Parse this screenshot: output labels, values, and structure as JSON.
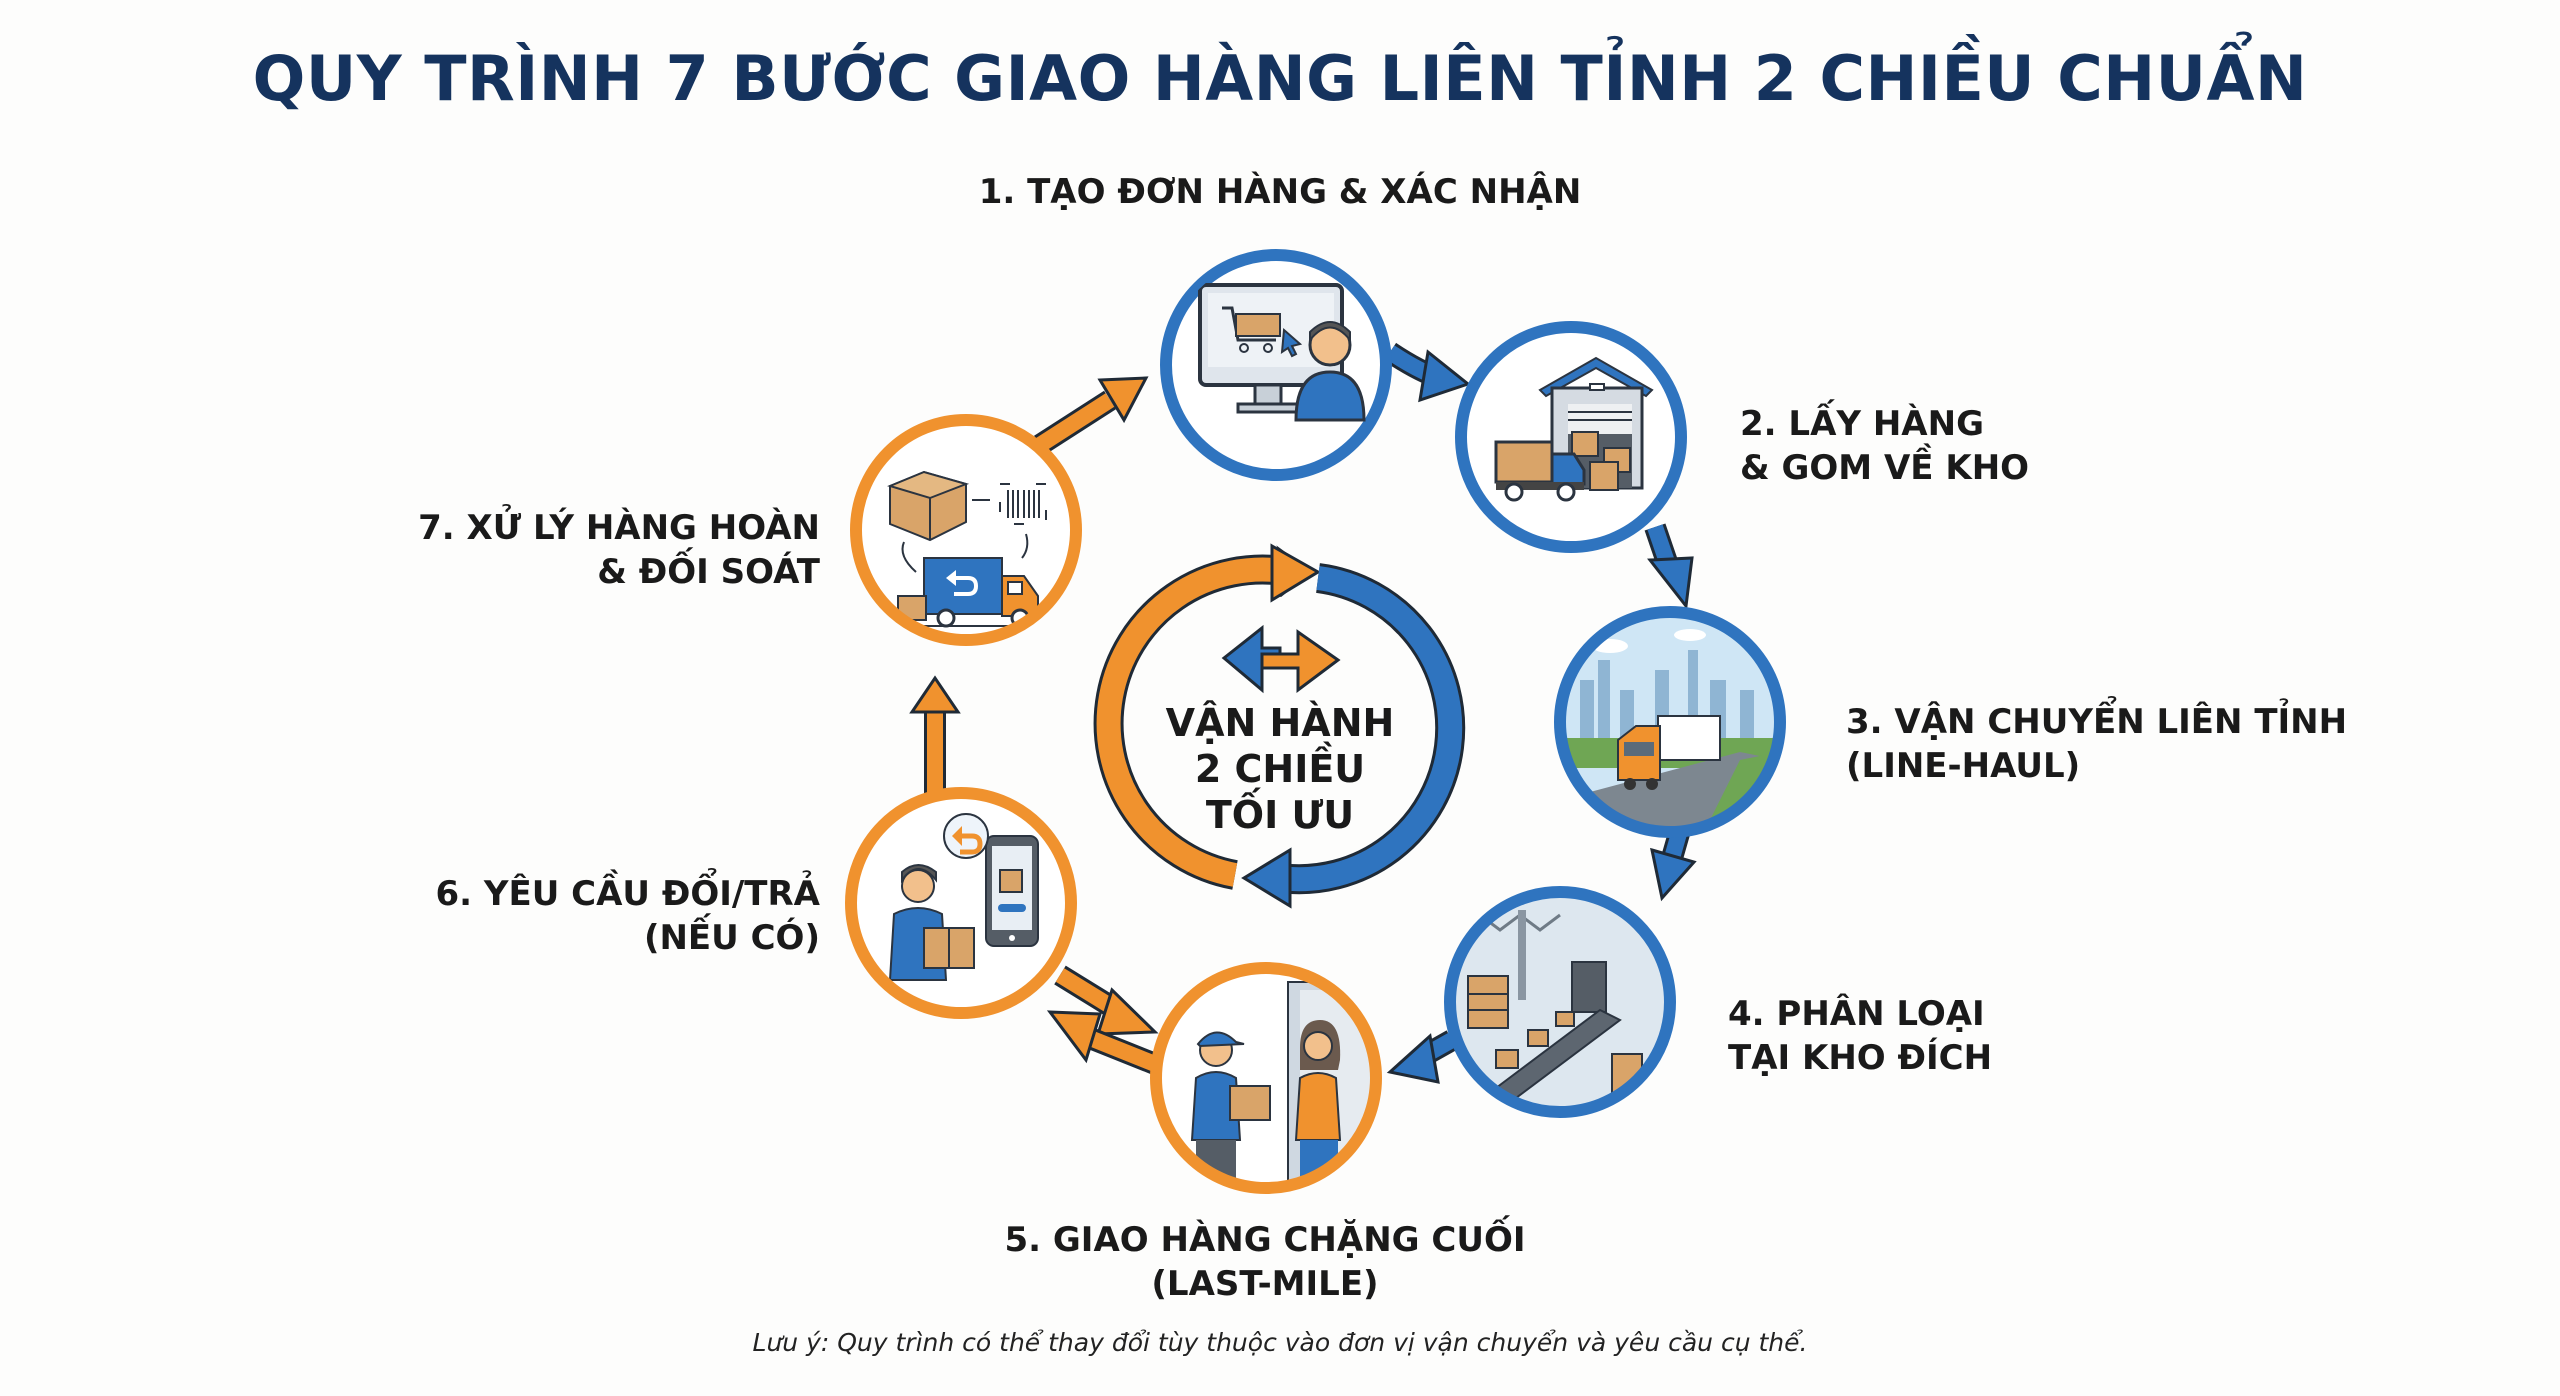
{
  "title": "QUY TRÌNH 7 BƯỚC GIAO HÀNG LIÊN TỈNH 2 CHIỀU CHUẨN",
  "colors": {
    "title": "#15335e",
    "blue": "#2f74bf",
    "orange": "#f0922e",
    "outline": "#1f2a36",
    "box": "#d9a469",
    "background": "#fdfdfc"
  },
  "steps": [
    {
      "number": 1,
      "lines": [
        "1. TẠO ĐƠN HÀNG & XÁC NHẬN"
      ],
      "icon": "computer-cart-icon",
      "ring_color": "blue"
    },
    {
      "number": 2,
      "lines": [
        "2. LẤY HÀNG",
        "& GOM VỀ KHO"
      ],
      "icon": "warehouse-truck-icon",
      "ring_color": "blue"
    },
    {
      "number": 3,
      "lines": [
        "3. VẬN CHUYỂN LIÊN TỈNH",
        "(LINE-HAUL)"
      ],
      "icon": "highway-truck-icon",
      "ring_color": "blue"
    },
    {
      "number": 4,
      "lines": [
        "4. PHÂN LOẠI",
        "TẠI KHO ĐÍCH"
      ],
      "icon": "conveyor-sorting-icon",
      "ring_color": "blue"
    },
    {
      "number": 5,
      "lines": [
        "5. GIAO HÀNG CHẶNG CUỐI",
        "(LAST-MILE)"
      ],
      "icon": "courier-delivery-icon",
      "ring_color": "orange"
    },
    {
      "number": 6,
      "lines": [
        "6. YÊU CẦU ĐỔI/TRẢ",
        "(NẾU CÓ)"
      ],
      "icon": "return-request-icon",
      "ring_color": "orange"
    },
    {
      "number": 7,
      "lines": [
        "7. XỬ LÝ HÀNG HOÀN",
        "& ĐỐI SOÁT"
      ],
      "icon": "return-truck-icon",
      "ring_color": "orange"
    }
  ],
  "center": {
    "lines": [
      "VẬN HÀNH",
      "2 CHIỀU",
      "TỐI ƯU"
    ],
    "icon": "bidirectional-arrows-icon"
  },
  "note": "Lưu ý: Quy trình có thể thay đổi tùy thuộc vào đơn vị vận chuyển và yêu cầu cụ thể."
}
